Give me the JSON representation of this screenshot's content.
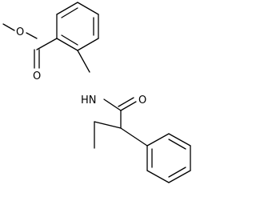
{
  "molecule": {
    "atoms": {
      "ester_o_methyl": "O",
      "carbonyl_o_ester": "O",
      "amide_nh": "HN",
      "carbonyl_o_amide": "O"
    }
  }
}
